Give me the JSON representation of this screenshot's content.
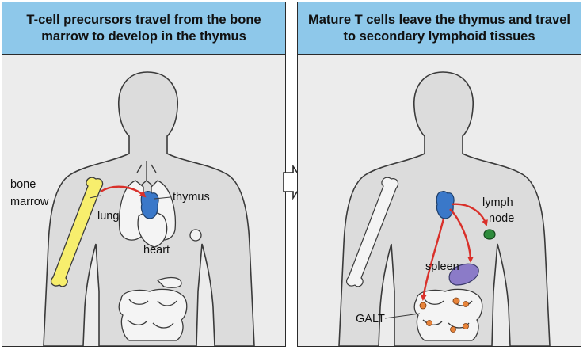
{
  "colors": {
    "header_bg": "#8ec8ea",
    "body_fill": "#dcdcdc",
    "bone_marrow": "#f7ee6d",
    "thymus": "#3a78c9",
    "arrow": "#d9302a",
    "spleen": "#8b7bc8",
    "lymph_node": "#2e8b3c",
    "galt": "#e8843a"
  },
  "left_panel": {
    "title_line1": "T-cell precursors travel from the bone",
    "title_line2": "marrow to develop in the thymus",
    "label_bone": "bone",
    "label_marrow": "marrow",
    "label_thymus": "thymus",
    "label_lung": "lung",
    "label_heart": "heart"
  },
  "right_panel": {
    "title_line1": "Mature T cells leave the thymus and travel",
    "title_line2": "to secondary lymphoid tissues",
    "label_lymph": "lymph",
    "label_node": "node",
    "label_spleen": "spleen",
    "label_galt": "GALT"
  },
  "icons": {
    "transition_arrow": "right-arrow-icon",
    "body_silhouette": "human-silhouette-icon"
  }
}
